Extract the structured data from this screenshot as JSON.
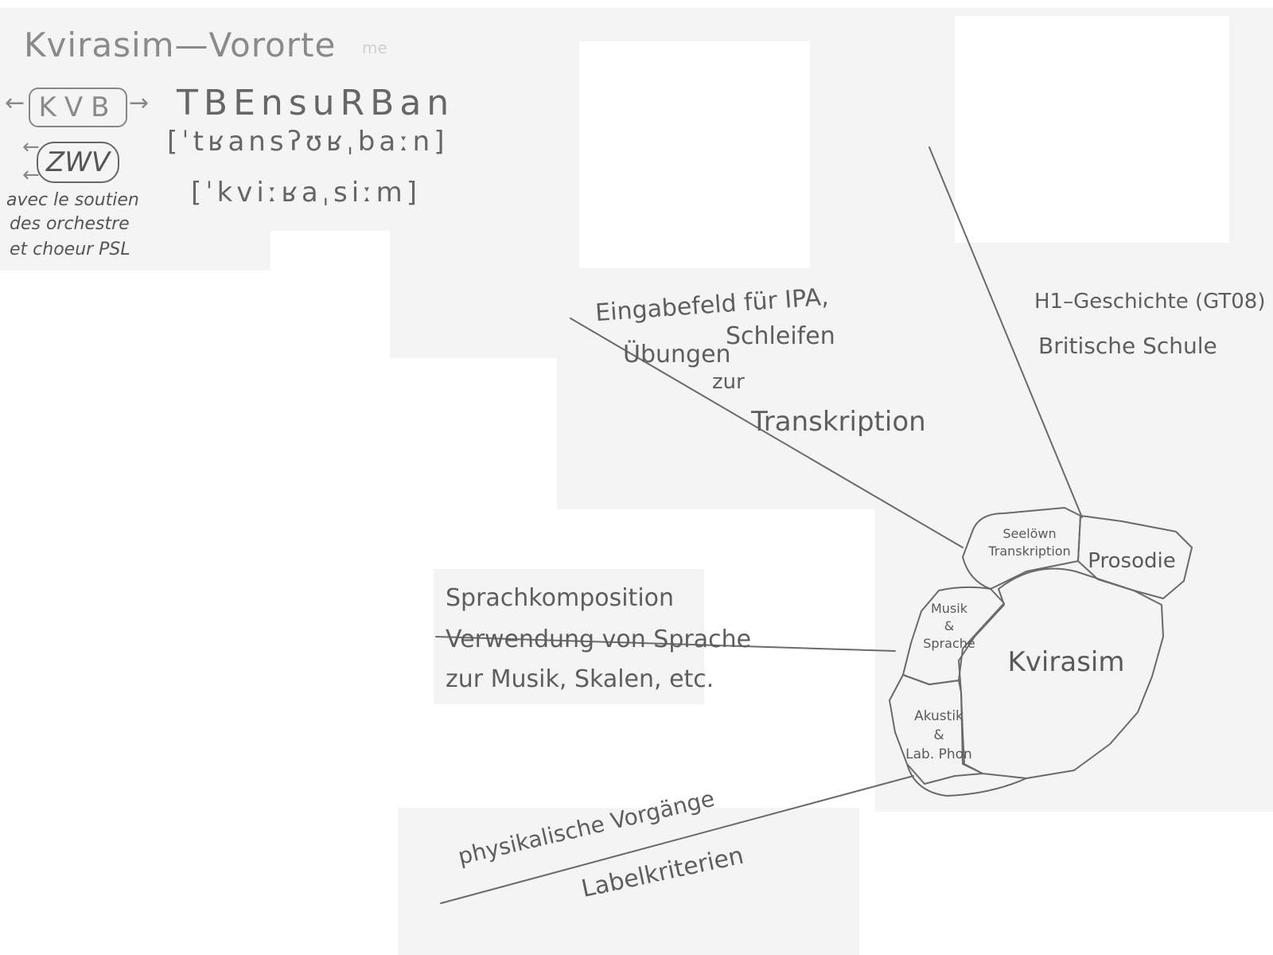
{
  "header": {
    "title": "Kvirasim—Vororte",
    "ghost_text": "me",
    "logo_text": "KVB",
    "brand_text": "TBEnsuRBan",
    "brand_ipa": "[ˈtʁansʔʊʁˌbaːn]",
    "kvirasim_ipa": "[ˈkviːʁaˌsiːm]",
    "zwv_text": "ZWV",
    "support_line1": "avec le soutien",
    "support_line2": "des orchestre",
    "support_line3": "et choeur PSL"
  },
  "branches": {
    "ipa": {
      "line1": "Eingabefeld für IPA,",
      "line2": "Schleifen",
      "line3": "Übungen",
      "line4": "zur",
      "line5": "Transkription"
    },
    "history": {
      "line1": "H1–Geschichte (GT08)",
      "line2": "Britische Schule"
    },
    "composition": {
      "line1": "Sprachkomposition",
      "line2": "Verwendung von Sprache",
      "line3": "zur Musik, Skalen, etc."
    },
    "physics": {
      "line1": "physikalische Vorgänge",
      "line2": "Labelkriterien"
    }
  },
  "nodes": {
    "seeloewn_line1": "Seelöwn",
    "seeloewn_line2": "Transkription",
    "prosodie": "Prosodie",
    "musik_line1": "Musik",
    "musik_line2": "&",
    "musik_line3": "Sprache",
    "kvirasim": "Kvirasim",
    "akustik_line1": "Akustik",
    "akustik_line2": "&",
    "akustik_line3": "Lab. Phon"
  },
  "colors": {
    "pencil": "#5e5e5e",
    "paper": "#f4f4f4",
    "background": "#ffffff"
  }
}
